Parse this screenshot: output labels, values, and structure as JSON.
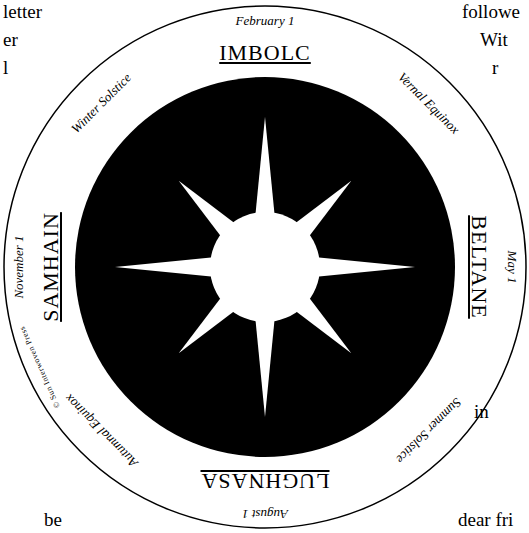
{
  "diagram": {
    "labels": [
      "February 1",
      "IMBOLC",
      "Vernal Equinox",
      "May 1",
      "BELTANE",
      "Summer Solstice",
      "August 1",
      "LUGHNASA",
      "Autumnal Equinox",
      "November 1",
      "SAMHAIN",
      "Winter Solstice",
      "© Sun Interwoven Press",
      "letter",
      "er",
      "l",
      "followe",
      "Wit",
      "r",
      "in",
      "be",
      "dear fri"
    ]
  }
}
